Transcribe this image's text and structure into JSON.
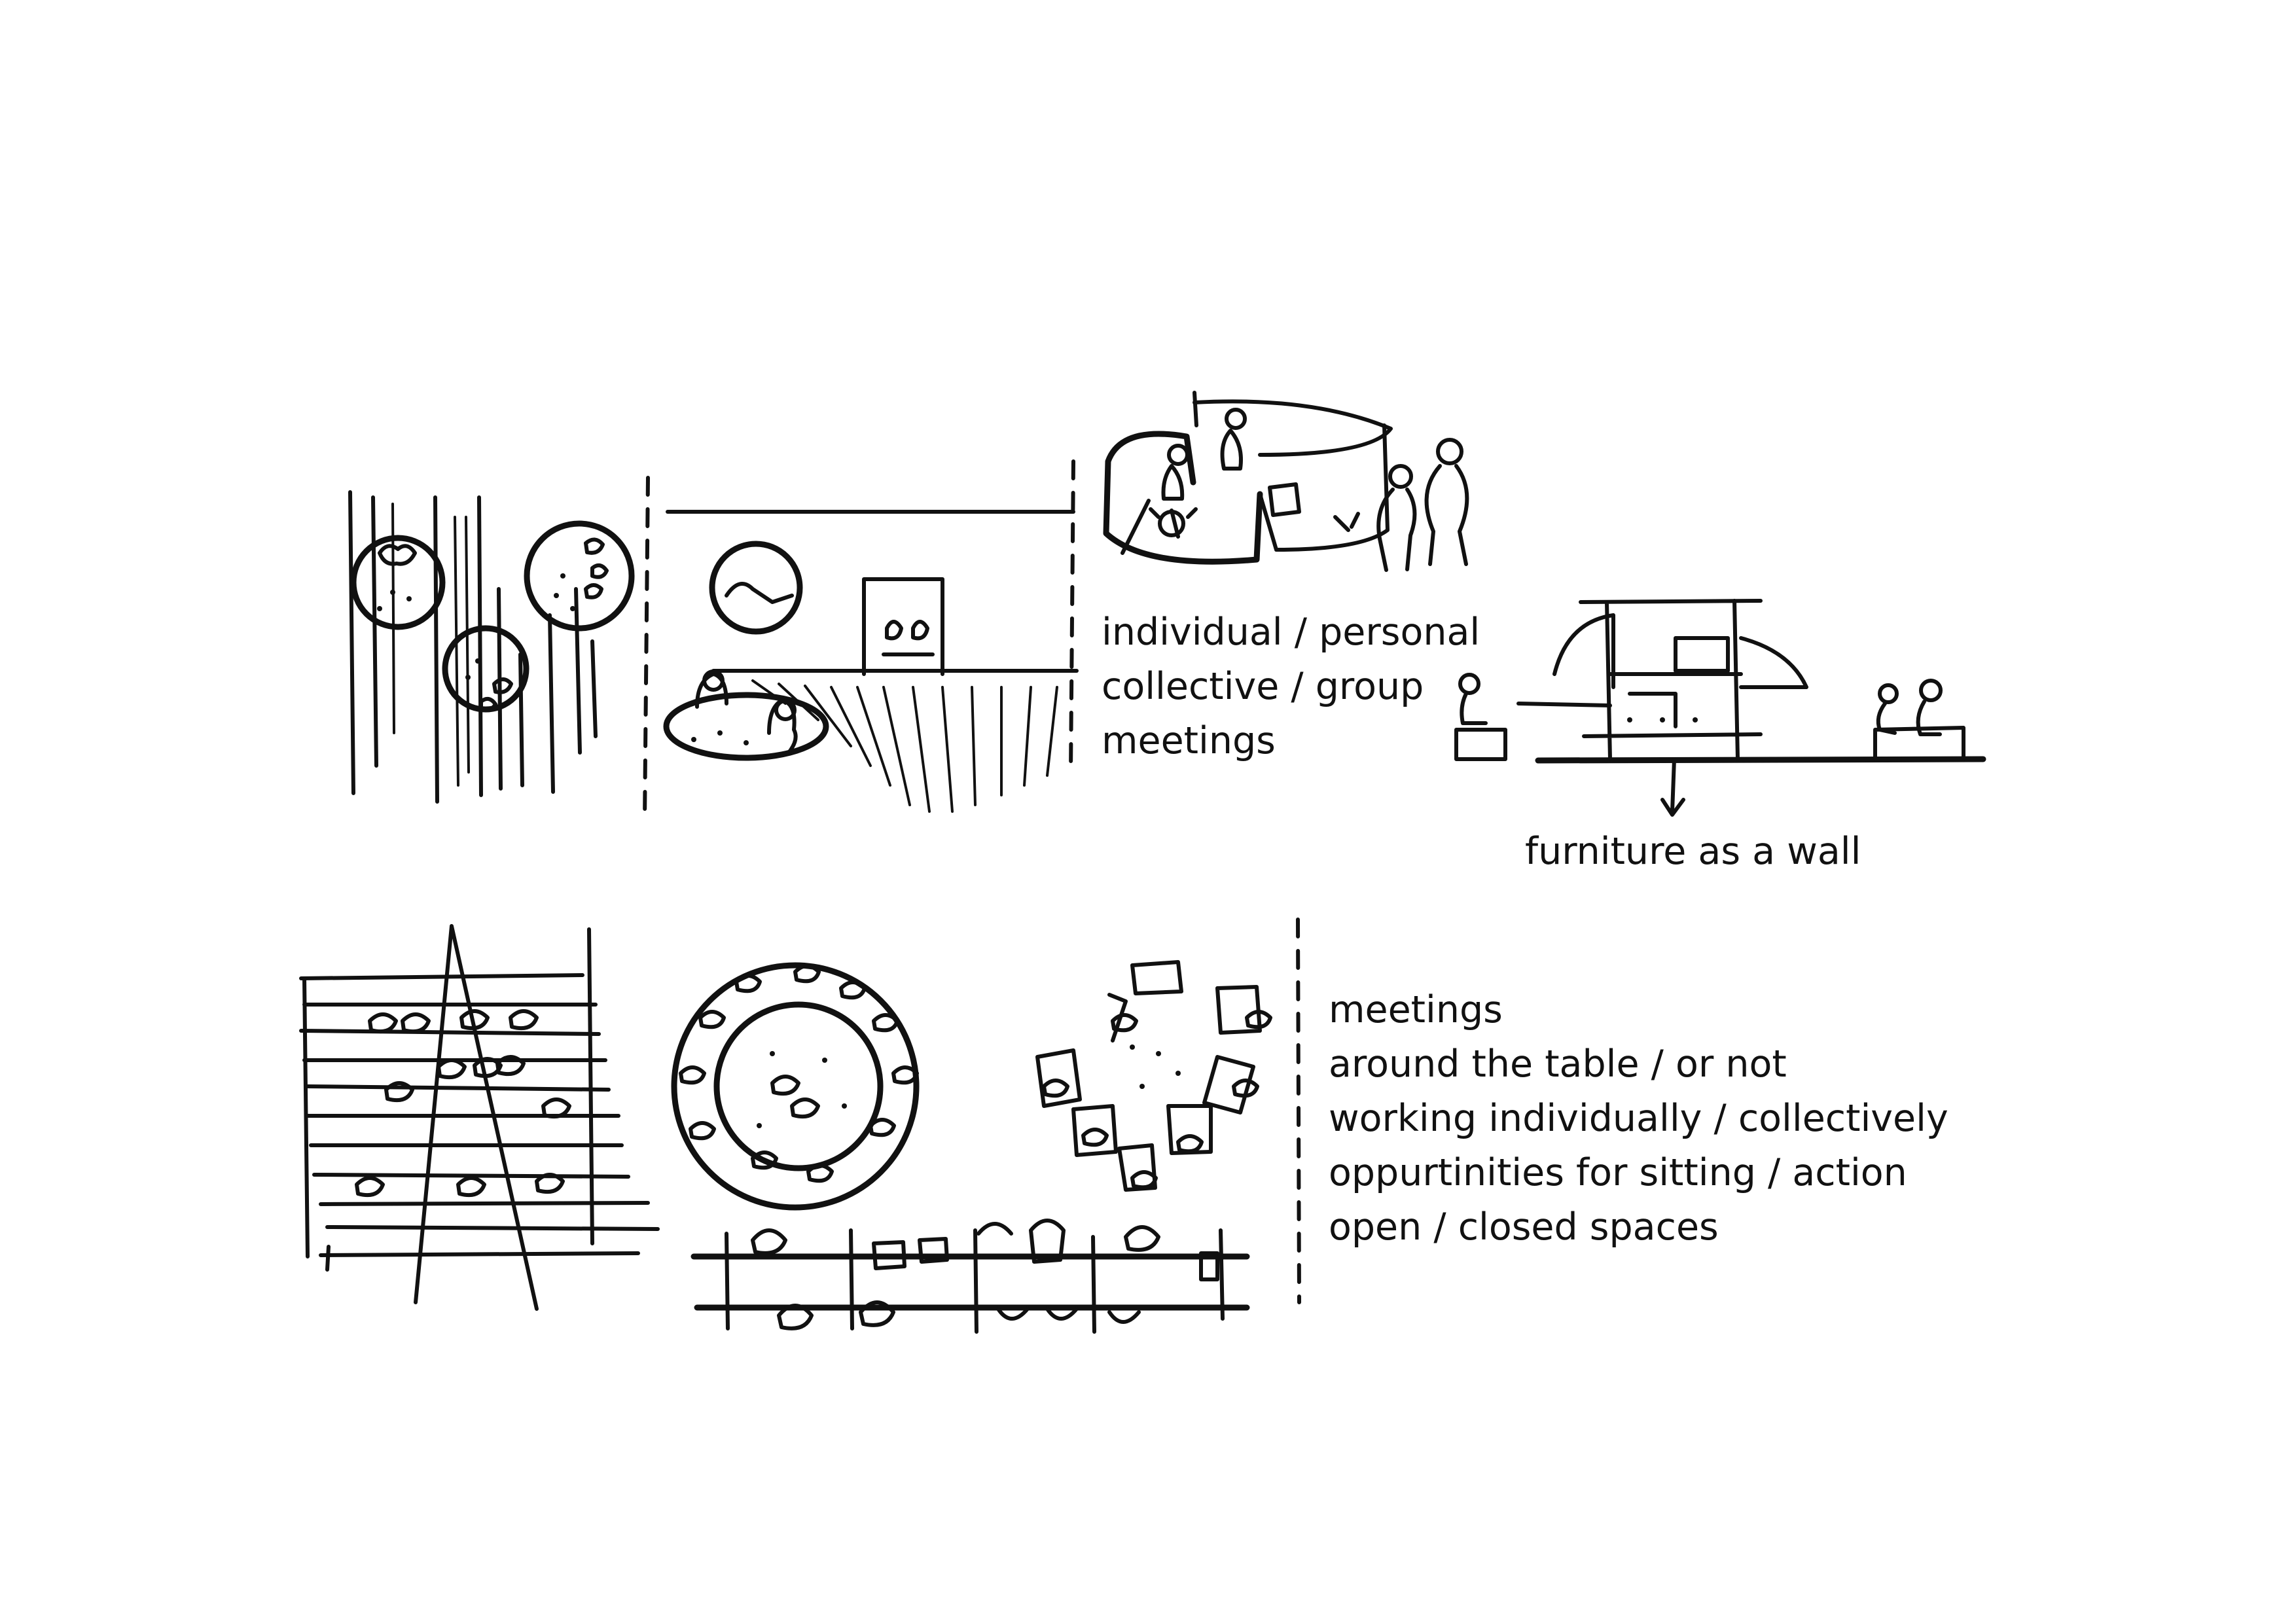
{
  "annotations": {
    "top": [
      "individual / personal",
      "collective / group",
      "meetings"
    ],
    "furniture": "furniture as a wall",
    "bottom": [
      "meetings",
      "around the table / or not",
      "working individually / collectively",
      "oppurtinities for sitting /  action",
      "open / closed spaces"
    ]
  },
  "colors": {
    "ink": "#111111",
    "paper": "#ffffff"
  }
}
